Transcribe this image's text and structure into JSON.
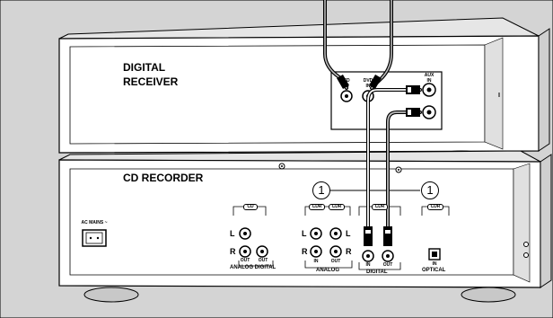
{
  "receiver": {
    "title_line1": "DIGITAL",
    "title_line2": "RECEIVER",
    "jacks": {
      "cd_in_top": "CD",
      "cd_in_bottom": "IN",
      "dvd_in_top": "DVD",
      "dvd_in_bottom": "IN",
      "aux_in_top": "AUX",
      "aux_in_bottom": "IN"
    }
  },
  "recorder": {
    "title": "CD RECORDER",
    "ac_mains": "AC MAINS ~",
    "cd_badge": "CD",
    "cdr_badge": "CDR",
    "cdr_badge_digital": "CDR",
    "cdr_badge_optical": "CDR",
    "left": "L",
    "right": "R",
    "out": "OUT",
    "in": "IN",
    "analog": "ANALOG",
    "digital": "DIGITAL",
    "analog_digital": "ANALOG  DIGITAL",
    "optical": "OPTICAL",
    "callout_1": "1",
    "callout_2": "1"
  },
  "colors": {
    "line": "#000000",
    "panel": "#ffffff",
    "background": "#d4d4d4",
    "shade": "#bdbdbd"
  }
}
